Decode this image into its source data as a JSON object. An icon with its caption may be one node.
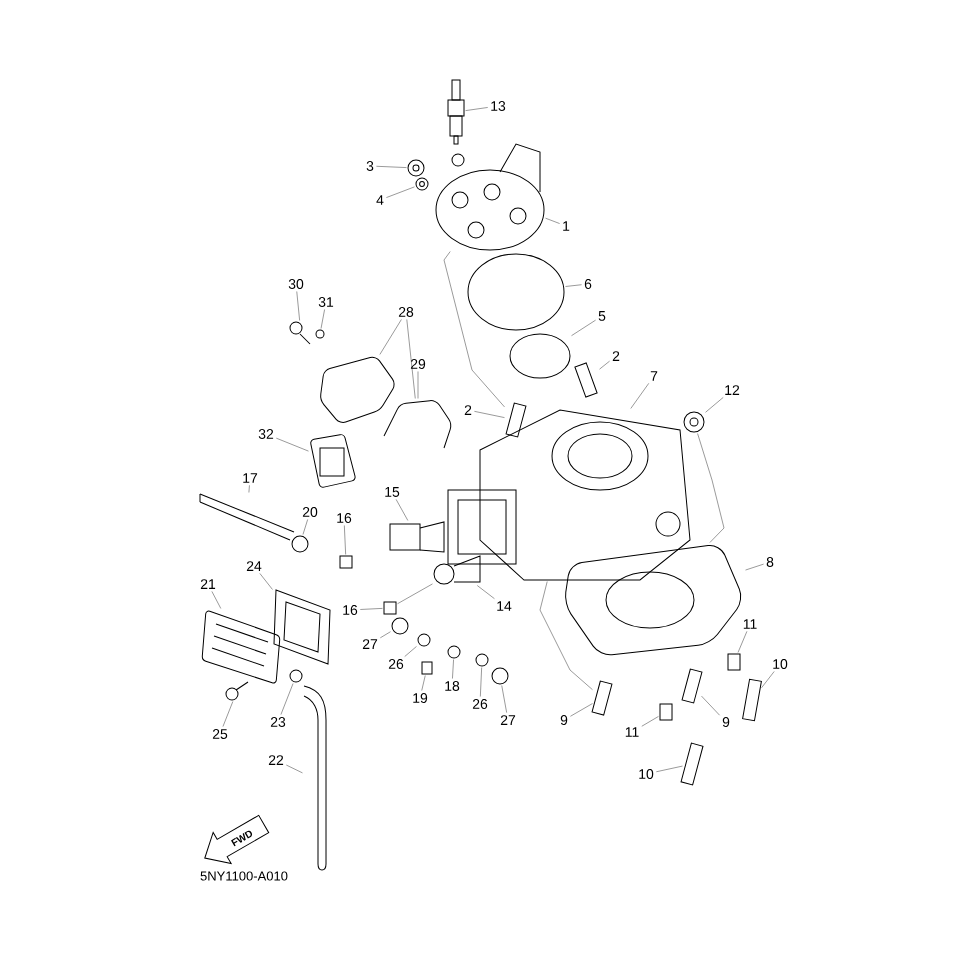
{
  "diagram": {
    "nodes": [
      {
        "text": [
          "13"
        ]
      },
      {
        "text": [
          "3"
        ]
      },
      {
        "text": [
          "4"
        ]
      },
      {
        "text": [
          "1"
        ]
      },
      {
        "text": [
          "6"
        ]
      },
      {
        "text": [
          "5"
        ]
      },
      {
        "text": [
          "30"
        ]
      },
      {
        "text": [
          "31"
        ]
      },
      {
        "text": [
          "28"
        ]
      },
      {
        "text": [
          "29"
        ]
      },
      {
        "text": [
          "2"
        ]
      },
      {
        "text": [
          "7"
        ]
      },
      {
        "text": [
          "12"
        ]
      },
      {
        "text": [
          "2"
        ]
      },
      {
        "text": [
          "32"
        ]
      },
      {
        "text": [
          "17"
        ]
      },
      {
        "text": [
          "15"
        ]
      },
      {
        "text": [
          "20"
        ]
      },
      {
        "text": [
          "16"
        ]
      },
      {
        "text": [
          "14"
        ]
      },
      {
        "text": [
          "8"
        ]
      },
      {
        "text": [
          "24"
        ]
      },
      {
        "text": [
          "21"
        ]
      },
      {
        "text": [
          "16"
        ]
      },
      {
        "text": [
          "27"
        ]
      },
      {
        "text": [
          "26"
        ]
      },
      {
        "text": [
          "11"
        ]
      },
      {
        "text": [
          "10"
        ]
      },
      {
        "text": [
          "18"
        ]
      },
      {
        "text": [
          "19"
        ]
      },
      {
        "text": [
          "26"
        ]
      },
      {
        "text": [
          "27"
        ]
      },
      {
        "text": [
          "9"
        ]
      },
      {
        "text": [
          "9"
        ]
      },
      {
        "text": [
          "11"
        ]
      },
      {
        "text": [
          "25"
        ]
      },
      {
        "text": [
          "23"
        ]
      },
      {
        "text": [
          "10"
        ]
      },
      {
        "text": [
          "22"
        ]
      },
      {
        "text": [],
        "shape": "picture"
      },
      {
        "text": [],
        "shape": "picture"
      },
      {
        "text": [],
        "shape": "picture"
      },
      {
        "text": [],
        "shape": "picture"
      },
      {
        "text": [],
        "shape": "circle"
      },
      {
        "text": [],
        "shape": "circle"
      },
      {
        "text": [],
        "shape": "picture"
      },
      {
        "text": [],
        "shape": "picture"
      },
      {
        "text": [],
        "shape": "picture"
      },
      {
        "text": [],
        "shape": "picture"
      },
      {
        "text": [],
        "shape": "picture"
      },
      {
        "text": [],
        "shape": "picture"
      },
      {
        "text": [],
        "shape": "picture"
      },
      {
        "text": [],
        "shape": "picture"
      },
      {
        "text": [],
        "shape": "picture"
      },
      {
        "text": [],
        "shape": "picture"
      },
      {
        "text": [],
        "shape": "picture"
      },
      {
        "text": [],
        "shape": "circle"
      },
      {
        "text": [],
        "shape": "box"
      },
      {
        "text": [],
        "shape": "picture"
      },
      {
        "text": [],
        "shape": "picture"
      },
      {
        "text": [],
        "shape": "picture"
      },
      {
        "text": [],
        "shape": "picture"
      },
      {
        "text": [],
        "shape": "box"
      },
      {
        "text": [],
        "shape": "circle"
      },
      {
        "text": [],
        "shape": "picture"
      },
      {
        "text": [],
        "shape": "box"
      },
      {
        "text": [],
        "shape": "picture"
      },
      {
        "text": [],
        "shape": "picture"
      },
      {
        "text": [],
        "shape": "box"
      },
      {
        "text": [],
        "shape": "picture"
      },
      {
        "text": [],
        "shape": "circle"
      },
      {
        "text": [],
        "shape": "picture"
      },
      {
        "text": [],
        "shape": "picture"
      },
      {
        "text": [],
        "shape": "box"
      },
      {
        "text": [],
        "shape": "picture"
      },
      {
        "text": [],
        "shape": "picture"
      },
      {
        "text": [],
        "shape": "picture"
      },
      {
        "text": [],
        "shape": "picture"
      }
    ],
    "edges": [
      {
        "from": 0,
        "to": 39,
        "arrow": "none"
      },
      {
        "from": 1,
        "to": 40,
        "arrow": "none"
      },
      {
        "from": 2,
        "to": 41,
        "arrow": "none"
      },
      {
        "from": 3,
        "to": 42,
        "arrow": "none"
      },
      {
        "from": 4,
        "to": 43,
        "arrow": "none"
      },
      {
        "from": 5,
        "to": 44,
        "arrow": "none"
      },
      {
        "from": 6,
        "to": 45,
        "arrow": "none"
      },
      {
        "from": 7,
        "to": 46,
        "arrow": "none"
      },
      {
        "from": 8,
        "to": 47,
        "arrow": "none"
      },
      {
        "from": 8,
        "to": 48,
        "arrow": "none"
      },
      {
        "from": 9,
        "to": 48,
        "arrow": "none"
      },
      {
        "from": 10,
        "to": 49,
        "arrow": "none"
      },
      {
        "from": 11,
        "to": 50,
        "arrow": "none"
      },
      {
        "from": 12,
        "to": 51,
        "arrow": "none"
      },
      {
        "from": 13,
        "to": 52,
        "arrow": "none"
      },
      {
        "from": 14,
        "to": 53,
        "arrow": "none"
      },
      {
        "from": 15,
        "to": 54,
        "arrow": "none"
      },
      {
        "from": 16,
        "to": 55,
        "arrow": "none"
      },
      {
        "from": 17,
        "to": 56,
        "arrow": "none"
      },
      {
        "from": 18,
        "to": 57,
        "arrow": "none"
      },
      {
        "from": 19,
        "to": 58,
        "arrow": "none"
      },
      {
        "from": 20,
        "to": 59,
        "arrow": "none"
      },
      {
        "from": 21,
        "to": 60,
        "arrow": "none"
      },
      {
        "from": 22,
        "to": 61,
        "arrow": "none"
      },
      {
        "from": 23,
        "to": 62,
        "arrow": "none"
      },
      {
        "from": 24,
        "to": 63,
        "arrow": "none"
      },
      {
        "from": 25,
        "to": 64,
        "arrow": "none"
      },
      {
        "from": 26,
        "to": 65,
        "arrow": "none"
      },
      {
        "from": 27,
        "to": 66,
        "arrow": "none"
      },
      {
        "from": 28,
        "to": 67,
        "arrow": "none"
      },
      {
        "from": 29,
        "to": 68,
        "arrow": "none"
      },
      {
        "from": 30,
        "to": 69,
        "arrow": "none"
      },
      {
        "from": 31,
        "to": 70,
        "arrow": "none"
      },
      {
        "from": 32,
        "to": 71,
        "arrow": "none"
      },
      {
        "from": 33,
        "to": 72,
        "arrow": "none"
      },
      {
        "from": 34,
        "to": 73,
        "arrow": "none"
      },
      {
        "from": 35,
        "to": 74,
        "arrow": "none"
      },
      {
        "from": 36,
        "to": 75,
        "arrow": "none"
      },
      {
        "from": 37,
        "to": 76,
        "arrow": "none"
      },
      {
        "from": 38,
        "to": 77,
        "arrow": "none"
      },
      {
        "from": 42,
        "to": 52,
        "arrow": "none"
      },
      {
        "from": 51,
        "to": 59,
        "arrow": "none"
      },
      {
        "from": 50,
        "to": 72,
        "arrow": "none"
      },
      {
        "from": 58,
        "to": 62,
        "arrow": "none"
      }
    ],
    "labels": [
      "FWD",
      "5NY1100-A010"
    ]
  }
}
